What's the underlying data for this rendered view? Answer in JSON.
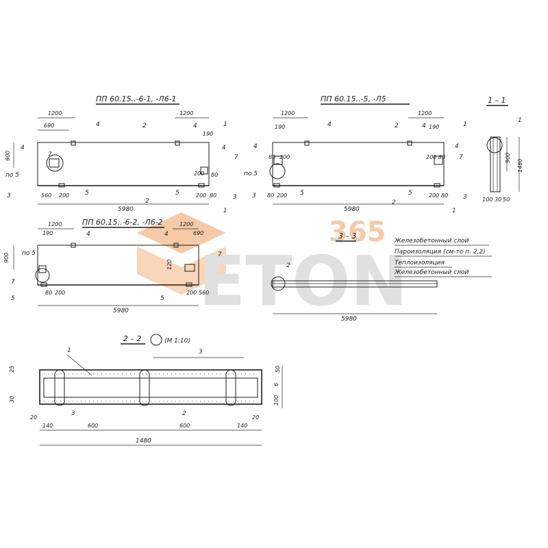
{
  "colors": {
    "ink": "#1a1a1a",
    "watermark_orange": "#f0a060",
    "watermark_grey": "#c8c8c8"
  },
  "watermark": {
    "number": "365",
    "word": "ETON"
  },
  "views": {
    "a": {
      "title": "ПП 60.15..-6-1, -Л6-1",
      "d_top_left": "1200",
      "d_top_right": "1200",
      "d_690": "690",
      "d_190": "190",
      "d_900": "900",
      "d_200": "200",
      "d_80": "80",
      "d_560": "560",
      "d_200b": "200",
      "d_200c": "200",
      "d_80b": "80",
      "d_len": "5980",
      "c2a": "2",
      "c2b": "2",
      "c1a": "1",
      "c1b": "1",
      "c3a": "3",
      "c3b": "3",
      "c4a": "4",
      "c4b": "4",
      "p4a": "4",
      "p4b": "4",
      "p7a": "7",
      "p7b": "7",
      "p5a": "по  5",
      "p5b": "5",
      "p5c": "5"
    },
    "b": {
      "title": "ПП 60.15..-5, -Л5",
      "d_top_left": "1200",
      "d_top_right": "1200",
      "d_190a": "190",
      "d_190b": "190",
      "d_80a": "80",
      "d_200a": "200",
      "d_200b": "200",
      "d_80b": "80",
      "d_80c": "80",
      "d_200c": "200",
      "d_200d": "200",
      "d_80d": "80",
      "d_len": "5980",
      "c2a": "2",
      "c2b": "2",
      "c1a": "1",
      "c1b": "1",
      "c3a": "3",
      "c3b": "3",
      "c4a": "4",
      "c4b": "4",
      "p4a": "4",
      "p4b": "4",
      "p7": "7",
      "p5a": "по  5",
      "p5b": "5",
      "p5c": "5"
    },
    "c": {
      "title": "ПП 60.15..-6-2, -Л6-2",
      "d_top_left": "1200",
      "d_top_right": "1200",
      "d_190": "190",
      "d_690": "690",
      "d_900": "900",
      "d_120": "120",
      "d_80": "80",
      "d_200": "200",
      "d_200b": "200",
      "d_560": "560",
      "d_len": "5980",
      "p4a": "4",
      "p4b": "4",
      "p7a": "7",
      "p7b": "7",
      "p5a": "по 5",
      "p5b": "5",
      "p5c": "5"
    },
    "section11": {
      "title": "1 – 1",
      "d_900": "900",
      "d_1480": "1480",
      "d_b1": "100",
      "d_b2": "30",
      "d_b3": "50",
      "p1": "1"
    },
    "section33": {
      "title": "3 – 3",
      "d_len": "5980",
      "p2": "2",
      "layers": [
        "Железобетонный  слой",
        "Пароизоляция (см-то п. 2.2)",
        "Теплоизоляция",
        "Железобетонный  слой"
      ]
    },
    "section22": {
      "title": "2 – 2",
      "scale": "(М 1:10)",
      "d_25": "25",
      "d_30": "30",
      "d_50": "50",
      "d_6": "6",
      "d_100": "100",
      "d_20a": "20",
      "d_20b": "20",
      "d_140a": "140",
      "d_600a": "600",
      "d_600b": "600",
      "d_140b": "140",
      "d_1480": "1480",
      "p1": "1",
      "p2": "2",
      "p3a": "3",
      "p3b": "3"
    }
  }
}
